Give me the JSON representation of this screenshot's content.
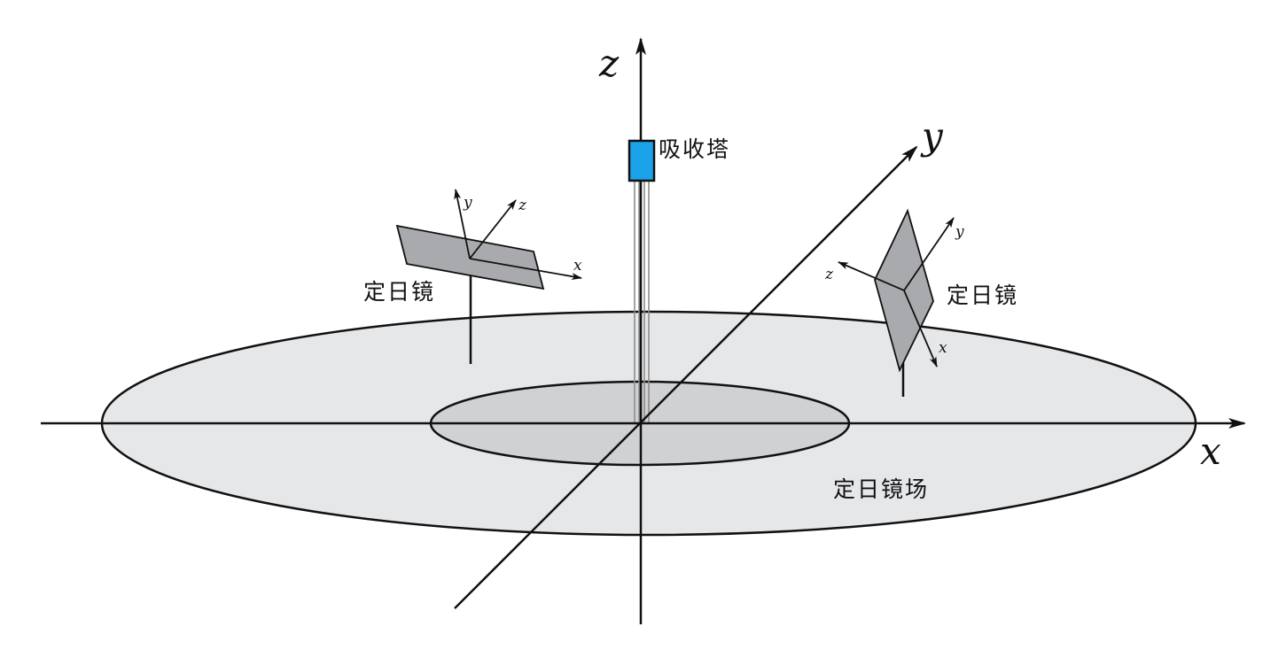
{
  "axes": {
    "x": "x",
    "y": "y",
    "z": "z"
  },
  "tower": {
    "label": "吸收塔",
    "color": "#1aa3e8"
  },
  "field": {
    "label": "定日镜场",
    "outer_fill": "#e6e7e9",
    "inner_fill": "#d0d1d3"
  },
  "heliostat_left": {
    "label": "定日镜",
    "axes": {
      "x": "x",
      "y": "y",
      "z": "z"
    },
    "fill": "#a9aaad"
  },
  "heliostat_right": {
    "label": "定日镜",
    "axes": {
      "x": "x",
      "y": "y",
      "z": "z"
    },
    "fill": "#a9aaad"
  }
}
